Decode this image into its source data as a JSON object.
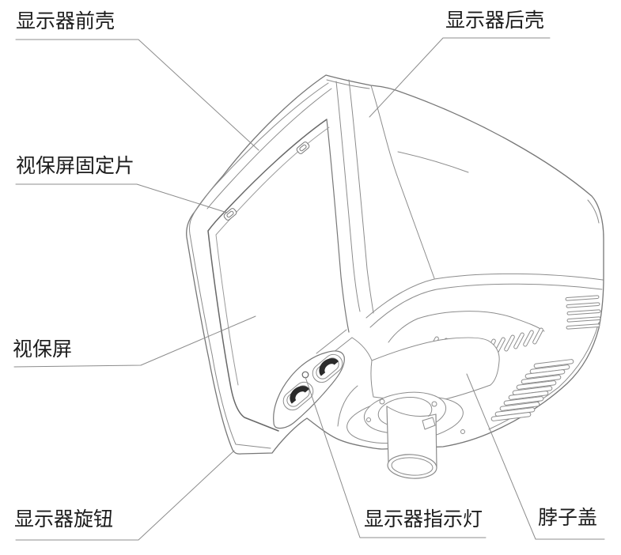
{
  "labels": {
    "front_shell": "显示器前壳",
    "back_shell": "显示器后壳",
    "filter_screen_clip": "视保屏固定片",
    "filter_screen": "视保屏",
    "monitor_knob": "显示器旋钮",
    "monitor_indicator_light": "显示器指示灯",
    "neck_cover": "脖子盖"
  },
  "colors": {
    "background": "#ffffff",
    "line": "#8c8c8c",
    "line_dark": "#6a6a6a",
    "knob_fill": "#2b2b2b",
    "text": "#1c1c1c"
  }
}
